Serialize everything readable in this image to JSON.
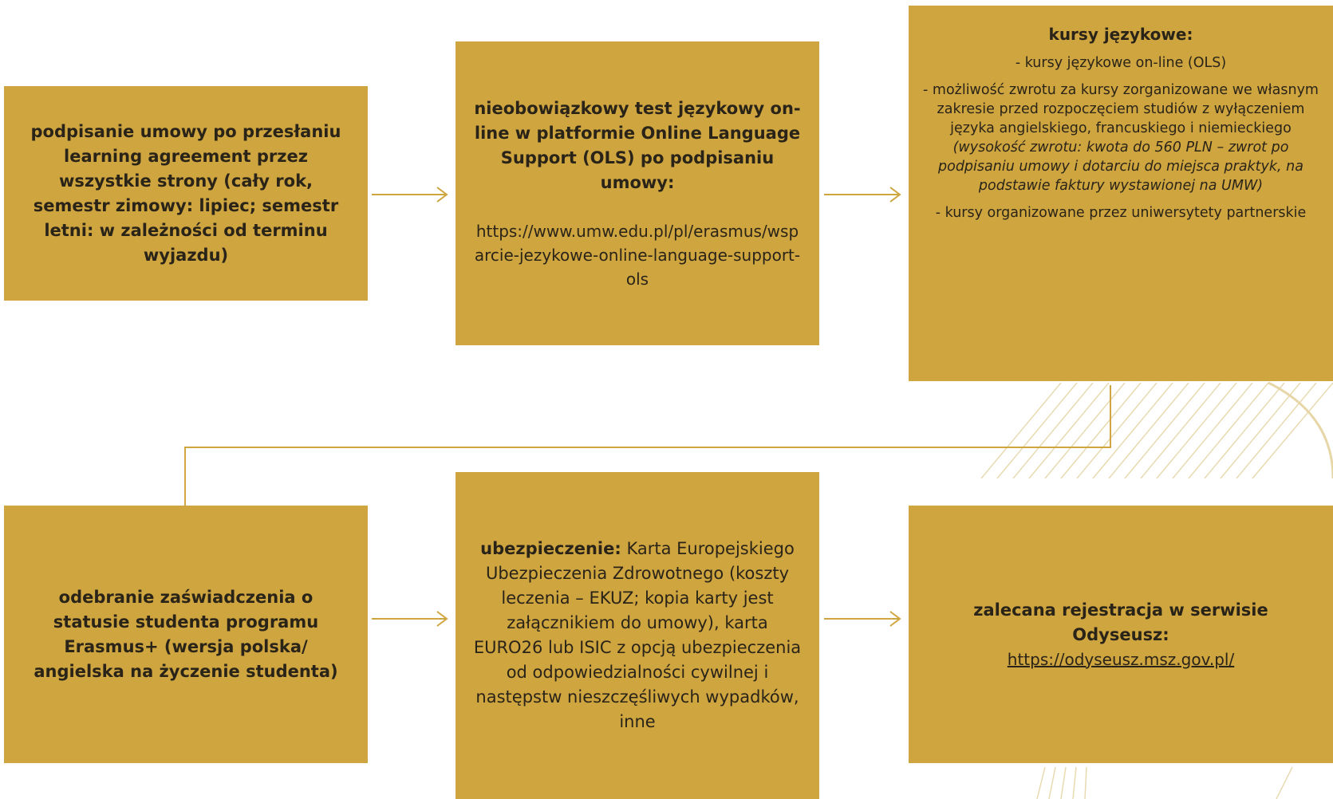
{
  "colors": {
    "box": "#cfa540",
    "arrow": "#cfa540",
    "text": "#2a2418"
  },
  "box1": {
    "text": "podpisanie umowy po przesłaniu learning agreement przez wszystkie strony (cały rok, semestr zimowy: lipiec; semestr letni: w zależności od terminu wyjazdu)"
  },
  "box2": {
    "title": "nieobowiązkowy test językowy on-line w platformie Online Language Support (OLS) po podpisaniu umowy:",
    "url": "https://www.umw.edu.pl/pl/erasmus/wsparcie-jezykowe-online-language-support-ols"
  },
  "box3": {
    "title": "kursy językowe:",
    "item1": "- kursy językowe on-line (OLS)",
    "item2_regular": "- możliwość zwrotu za kursy zorganizowane we własnym zakresie przed rozpoczęciem studiów z wyłączeniem języka angielskiego, francuskiego i niemieckiego ",
    "item2_italic": "(wysokość zwrotu: kwota do 560 PLN – zwrot po podpisaniu umowy i dotarciu do miejsca praktyk, na podstawie faktury wystawionej na UMW)",
    "item3": "- kursy organizowane przez uniwersytety partnerskie"
  },
  "box4": {
    "text": "odebranie zaświadczenia o statusie studenta programu Erasmus+ (wersja polska/ angielska na życzenie studenta)"
  },
  "box5": {
    "bold_lead": "ubezpieczenie:",
    "text": " Karta Europejskiego Ubezpieczenia Zdrowotnego (koszty leczenia – EKUZ; kopia karty jest załącznikiem do umowy), karta EURO26 lub ISIC z opcją ubezpieczenia od odpowiedzialności cywilnej i następstw nieszczęśliwych wypadków, inne"
  },
  "box6": {
    "title": "zalecana rejestracja w serwisie Odyseusz:",
    "link": "https://odyseusz.msz.gov.pl/"
  }
}
